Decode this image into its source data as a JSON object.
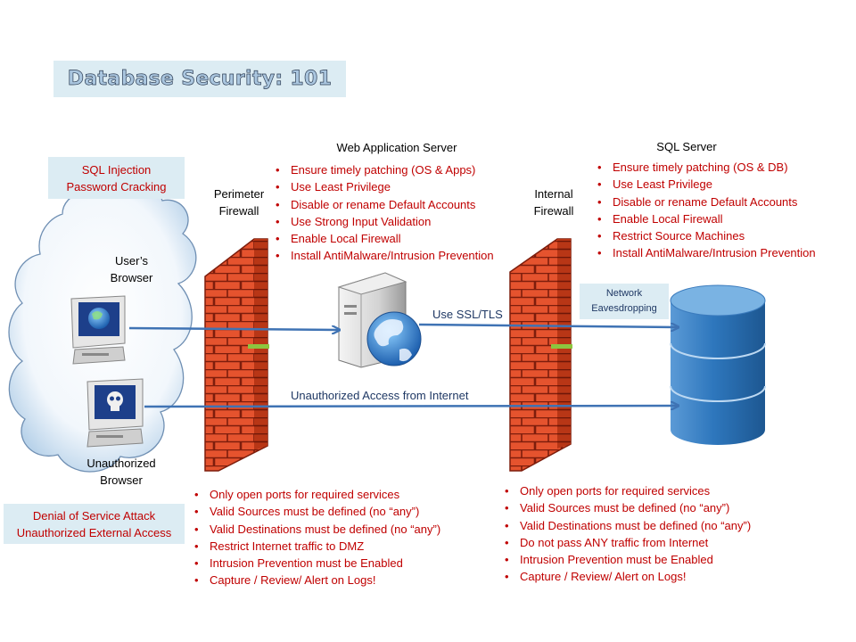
{
  "title": "Database Security: 101",
  "threats": {
    "client": [
      "SQL Injection",
      "Password Cracking"
    ],
    "external": [
      "Denial of Service Attack",
      "Unauthorized External Access"
    ],
    "network": [
      "Network",
      "Eavesdropping"
    ]
  },
  "labels": {
    "web_app_server": "Web Application Server",
    "sql_server": "SQL  Server",
    "perimeter_firewall": [
      "Perimeter",
      "Firewall"
    ],
    "internal_firewall": [
      "Internal",
      "Firewall"
    ],
    "users_browser": [
      "User’s",
      "Browser"
    ],
    "unauthorized_browser": [
      "Unauthorized",
      "Browser"
    ]
  },
  "connections": {
    "ssl": "Use SSL/TLS",
    "unauthorized": "Unauthorized  Access from Internet"
  },
  "web_server_controls": [
    "Ensure timely patching  (OS & Apps)",
    "Use Least Privilege",
    "Disable or rename  Default Accounts",
    "Use Strong  Input Validation",
    "Enable Local Firewall",
    "Install AntiMalware/Intrusion Prevention"
  ],
  "sql_server_controls": [
    "Ensure timely patching  (OS & DB)",
    "Use Least Privilege",
    "Disable or rename Default Accounts",
    "Enable Local Firewall",
    "Restrict Source Machines",
    "Install AntiMalware/Intrusion Prevention"
  ],
  "perimeter_firewall_rules": [
    "Only  open ports for required services",
    "Valid Sources must be defined  (no “any”)",
    "Valid Destinations must be defined (no “any”)",
    "Restrict Internet traffic to DMZ",
    "Intrusion  Prevention  must be  Enabled",
    "Capture / Review/ Alert on Logs!"
  ],
  "internal_firewall_rules": [
    "Only  open ports for required services",
    "Valid Sources must be defined  (no “any”)",
    "Valid Destinations must be defined (no “any”)",
    "Do not pass ANY traffic from Internet",
    "Intrusion   Prevention   must be  Enabled",
    "Capture / Review/ Alert on Logs!"
  ],
  "colors": {
    "threat_text": "#c00000",
    "box_fill": "#dcecf3",
    "arrow": "#3f73b4",
    "brick": "#e2502c",
    "database": "#2f77b8"
  },
  "icons": [
    "cloud-icon",
    "workstation-icon",
    "globe-icon",
    "skull-icon",
    "firewall-icon",
    "server-icon",
    "database-icon"
  ]
}
